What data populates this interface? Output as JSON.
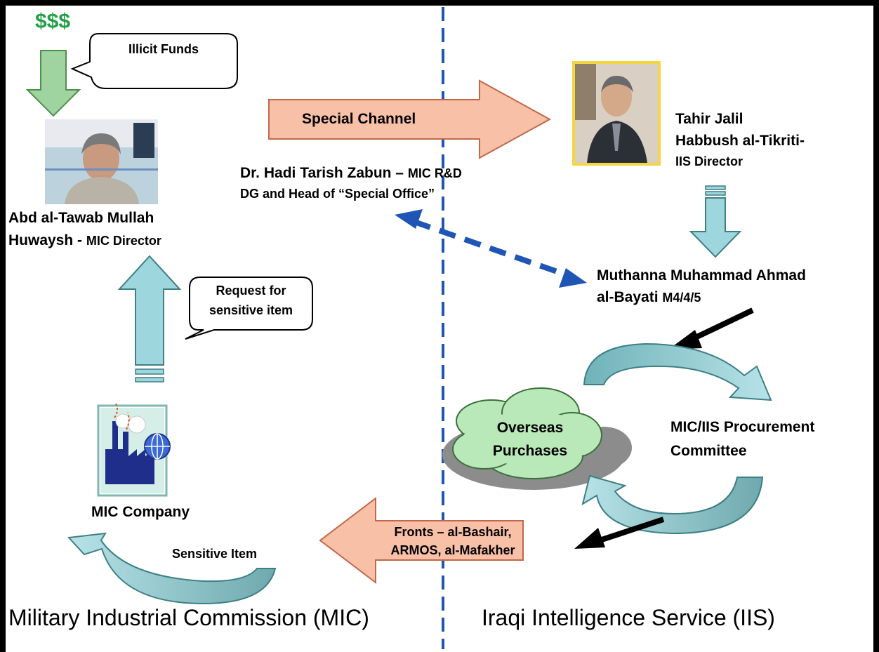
{
  "money": "$$$",
  "callouts": {
    "illicit_funds": "Illicit Funds",
    "request_line1": "Request for",
    "request_line2": "sensitive item"
  },
  "arrows": {
    "special_channel": "Special Channel",
    "fronts_line1": "Fronts – al-Bashair,",
    "fronts_line2": "ARMOS, al-Mafakher",
    "sensitive_item": "Sensitive Item"
  },
  "people": {
    "huwaysh_line1": "Abd al-Tawab Mullah",
    "huwaysh_line2a": "Huwaysh - ",
    "huwaysh_line2b": "MIC Director",
    "zabun_line1a": "Dr. Hadi Tarish Zabun – ",
    "zabun_line1b": "MIC R&D",
    "zabun_line2": "DG and Head of “Special Office”",
    "habbush_line1": "Tahir Jalil",
    "habbush_line2": "Habbush al-Tikriti-",
    "habbush_line3": "IIS Director",
    "bayati_line1": "Muthanna Muhammad Ahmad",
    "bayati_line2a": "al-Bayati ",
    "bayati_line2b": "M4/4/5"
  },
  "nodes": {
    "mic_company": "MIC Company",
    "overseas_line1": "Overseas",
    "overseas_line2": "Purchases",
    "committee_line1": "MIC/IIS Procurement",
    "committee_line2": "Committee"
  },
  "footer": {
    "left": "Military Industrial Commission (MIC)",
    "right": "Iraqi Intelligence Service (IIS)"
  },
  "colors": {
    "teal_arrow": "#9dd6dc",
    "salmon_arrow": "#f9c0a8",
    "green_arrow": "#9fd39f",
    "divider_blue": "#1f55b5",
    "cloud_green": "#b9e8b9",
    "money_green": "#22a046"
  }
}
